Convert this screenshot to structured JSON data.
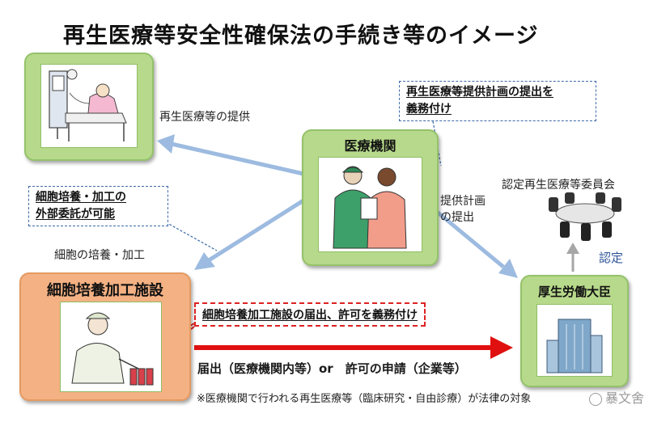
{
  "title": "再生医療等安全性確保法の手続き等のイメージ",
  "nodes": {
    "hospital": "医療機関",
    "cell_facility": "細胞培養加工施設",
    "minister": "厚生労働大臣",
    "committee": "認定再生医療等委員会"
  },
  "labels": {
    "provision": "再生医療等の提供",
    "plan_submission_line1": "提供計画",
    "plan_submission_line2": "の提出",
    "cell_culture": "細胞の培養・加工",
    "certification": "認定",
    "notification": "届出（医療機関内等）or　許可の申請（企業等）",
    "footnote": "※医療機関で行われる再生医療等（臨床研究・自由診療）が法律の対象",
    "watermark": "暴文舍"
  },
  "callouts": {
    "plan_obligation_line1": "再生医療等提供計画の提出を",
    "plan_obligation_line2": "義務付け",
    "outsourcing_line1": "細胞培養・加工の",
    "outsourcing_line2": "外部委託が可能",
    "facility_obligation": "細胞培養加工施設の届出、許可を義務付け"
  }
}
